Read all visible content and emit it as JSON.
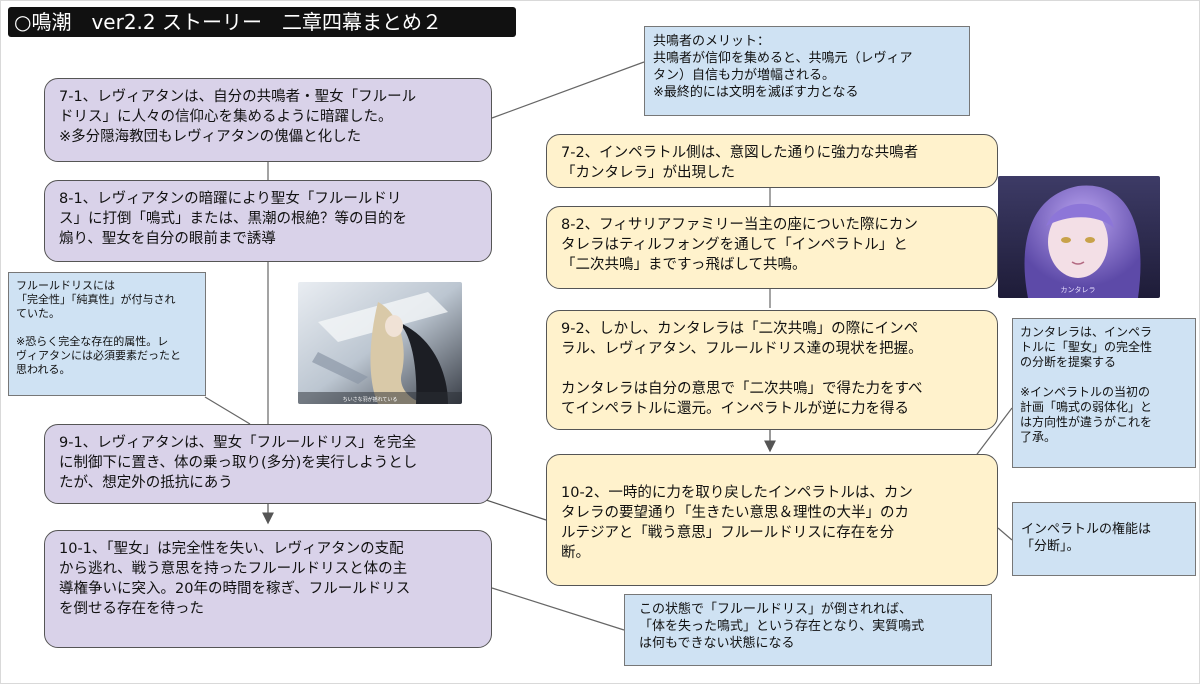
{
  "title": "○鳴潮　ver2.2 ストーリー　二章四幕まとめ２",
  "left_chain": [
    {
      "id": "7-1",
      "text": "7-1、レヴィアタンは、自分の共鳴者・聖女「フルール\nドリス」に人々の信仰心を集めるように暗躍した。\n※多分隠海教団もレヴィアタンの傀儡と化した"
    },
    {
      "id": "8-1",
      "text": "8-1、レヴィアタンの暗躍により聖女「フルールドリ\nス」に打倒「鳴式」または、黒潮の根絶？等の目的を\n煽り、聖女を自分の眼前まで誘導"
    },
    {
      "id": "9-1",
      "text": "9-1、レヴィアタンは、聖女「フルールドリス」を完全\nに制御下に置き、体の乗っ取り(多分)を実行しようとし\nたが、想定外の抵抗にあう"
    },
    {
      "id": "10-1",
      "text": "10-1、「聖女」は完全性を失い、レヴィアタンの支配\nから逃れ、戦う意思を持ったフルールドリスと体の主\n導権争いに突入。20年の時間を稼ぎ、フルールドリス\nを倒せる存在を待った"
    }
  ],
  "right_chain": [
    {
      "id": "7-2",
      "text": "7-2、インペラトル側は、意図した通りに強力な共鳴者\n「カンタレラ」が出現した"
    },
    {
      "id": "8-2",
      "text": "8-2、フィサリアファミリー当主の座についた際にカン\nタレラはティルフォングを通して「インペラトル」と\n「二次共鳴」まですっ飛ばして共鳴。"
    },
    {
      "id": "9-2",
      "text": "9-2、しかし、カンタレラは「二次共鳴」の際にインペ\nラル、レヴィアタン、フルールドリス達の現状を把握。\n\nカンタレラは自分の意思で「二次共鳴」で得た力をすべ\nてインペラトルに還元。インペラトルが逆に力を得る"
    },
    {
      "id": "10-2",
      "text": "10-2、一時的に力を取り戻したインペラトルは、カン\nタレラの要望通り「生きたい意思＆理性の大半」のカ\nルテジアと「戦う意思」フルールドリスに存在を分\n断。"
    }
  ],
  "notes": {
    "merit": "共鳴者のメリット：\n共鳴者が信仰を集めると、共鳴元（レヴィア\nタン）自信も力が増幅される。\n※最終的には文明を滅ぼす力となる",
    "fleur": "フルールドリスには\n「完全性」「純真性」が付与され\nていた。\n\n※恐らく完全な存在的属性。レ\nヴィアタンには必須要素だったと\n思われる。",
    "cantarella": "カンタレラは、インペラ\nトルに「聖女」の完全性\nの分断を提案する\n\n※インペラトルの当初の\n計画「鳴式の弱体化」と\nは方向性が違うがこれを\n了承。",
    "imperator": "インペラトルの権能は\n「分断」。",
    "state": "この状態で「フルールドリス」が倒されれば、\n「体を失った鳴式」という存在となり、実質鳴式\nは何もできない状態になる"
  },
  "images": {
    "fleur_caption": "ちいさな羽が揺れている",
    "cantarella_caption": "カンタレラ"
  },
  "colors": {
    "purple_box": "#d9d2e9",
    "yellow_box": "#fff2cc",
    "note": "#cfe2f3",
    "title_bg": "#111111"
  }
}
